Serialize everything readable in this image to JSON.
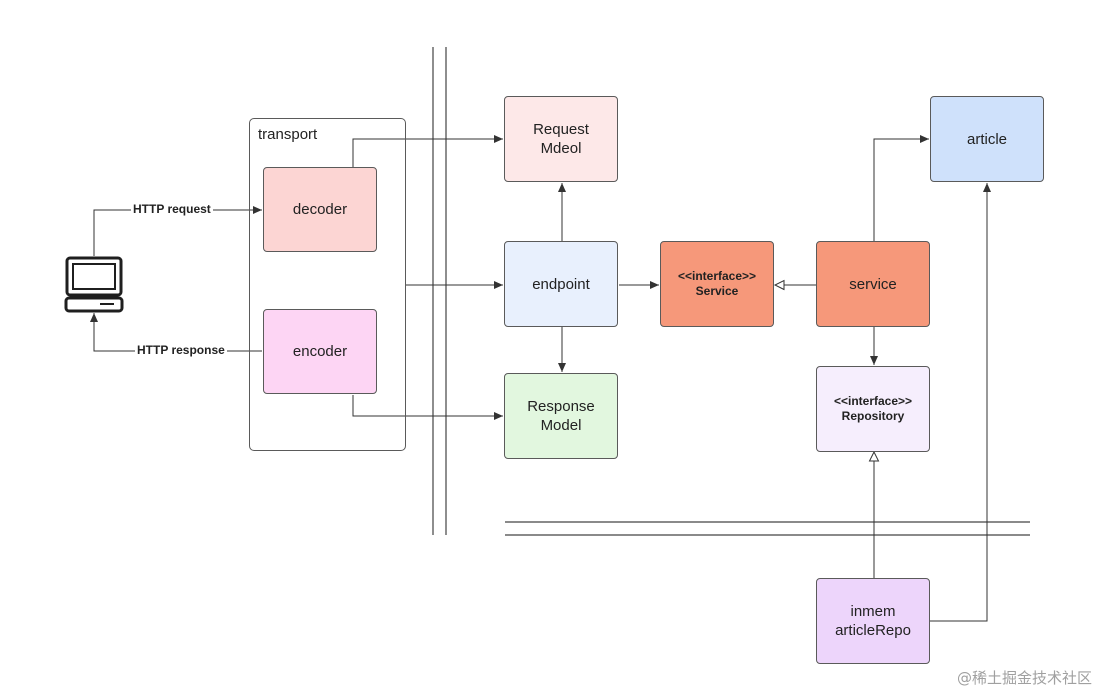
{
  "transport": {
    "label": "transport"
  },
  "nodes": {
    "decoder": "decoder",
    "encoder": "encoder",
    "request_model": "Request\nMdeol",
    "endpoint": "endpoint",
    "response_model": "Response\nModel",
    "service_interface": "<<interface>>\nService",
    "service": "service",
    "article": "article",
    "repository_interface": "<<interface>>\nRepository",
    "inmem_repo": "inmem\narticleRepo"
  },
  "edges": {
    "http_request": "HTTP request",
    "http_response": "HTTP response"
  },
  "colors": {
    "decoder": "#fcd5d3",
    "encoder": "#fdd5f4",
    "request_model": "#fde8e8",
    "endpoint": "#e8f0fd",
    "response_model": "#e2f7df",
    "service_interface": "#f6987a",
    "service": "#f6987a",
    "article": "#cfe1fb",
    "repository_interface": "#f6eefd",
    "inmem_repo": "#edd5fb"
  },
  "icons": {
    "client": "computer-terminal-icon"
  },
  "watermark": "@稀土掘金技术社区"
}
